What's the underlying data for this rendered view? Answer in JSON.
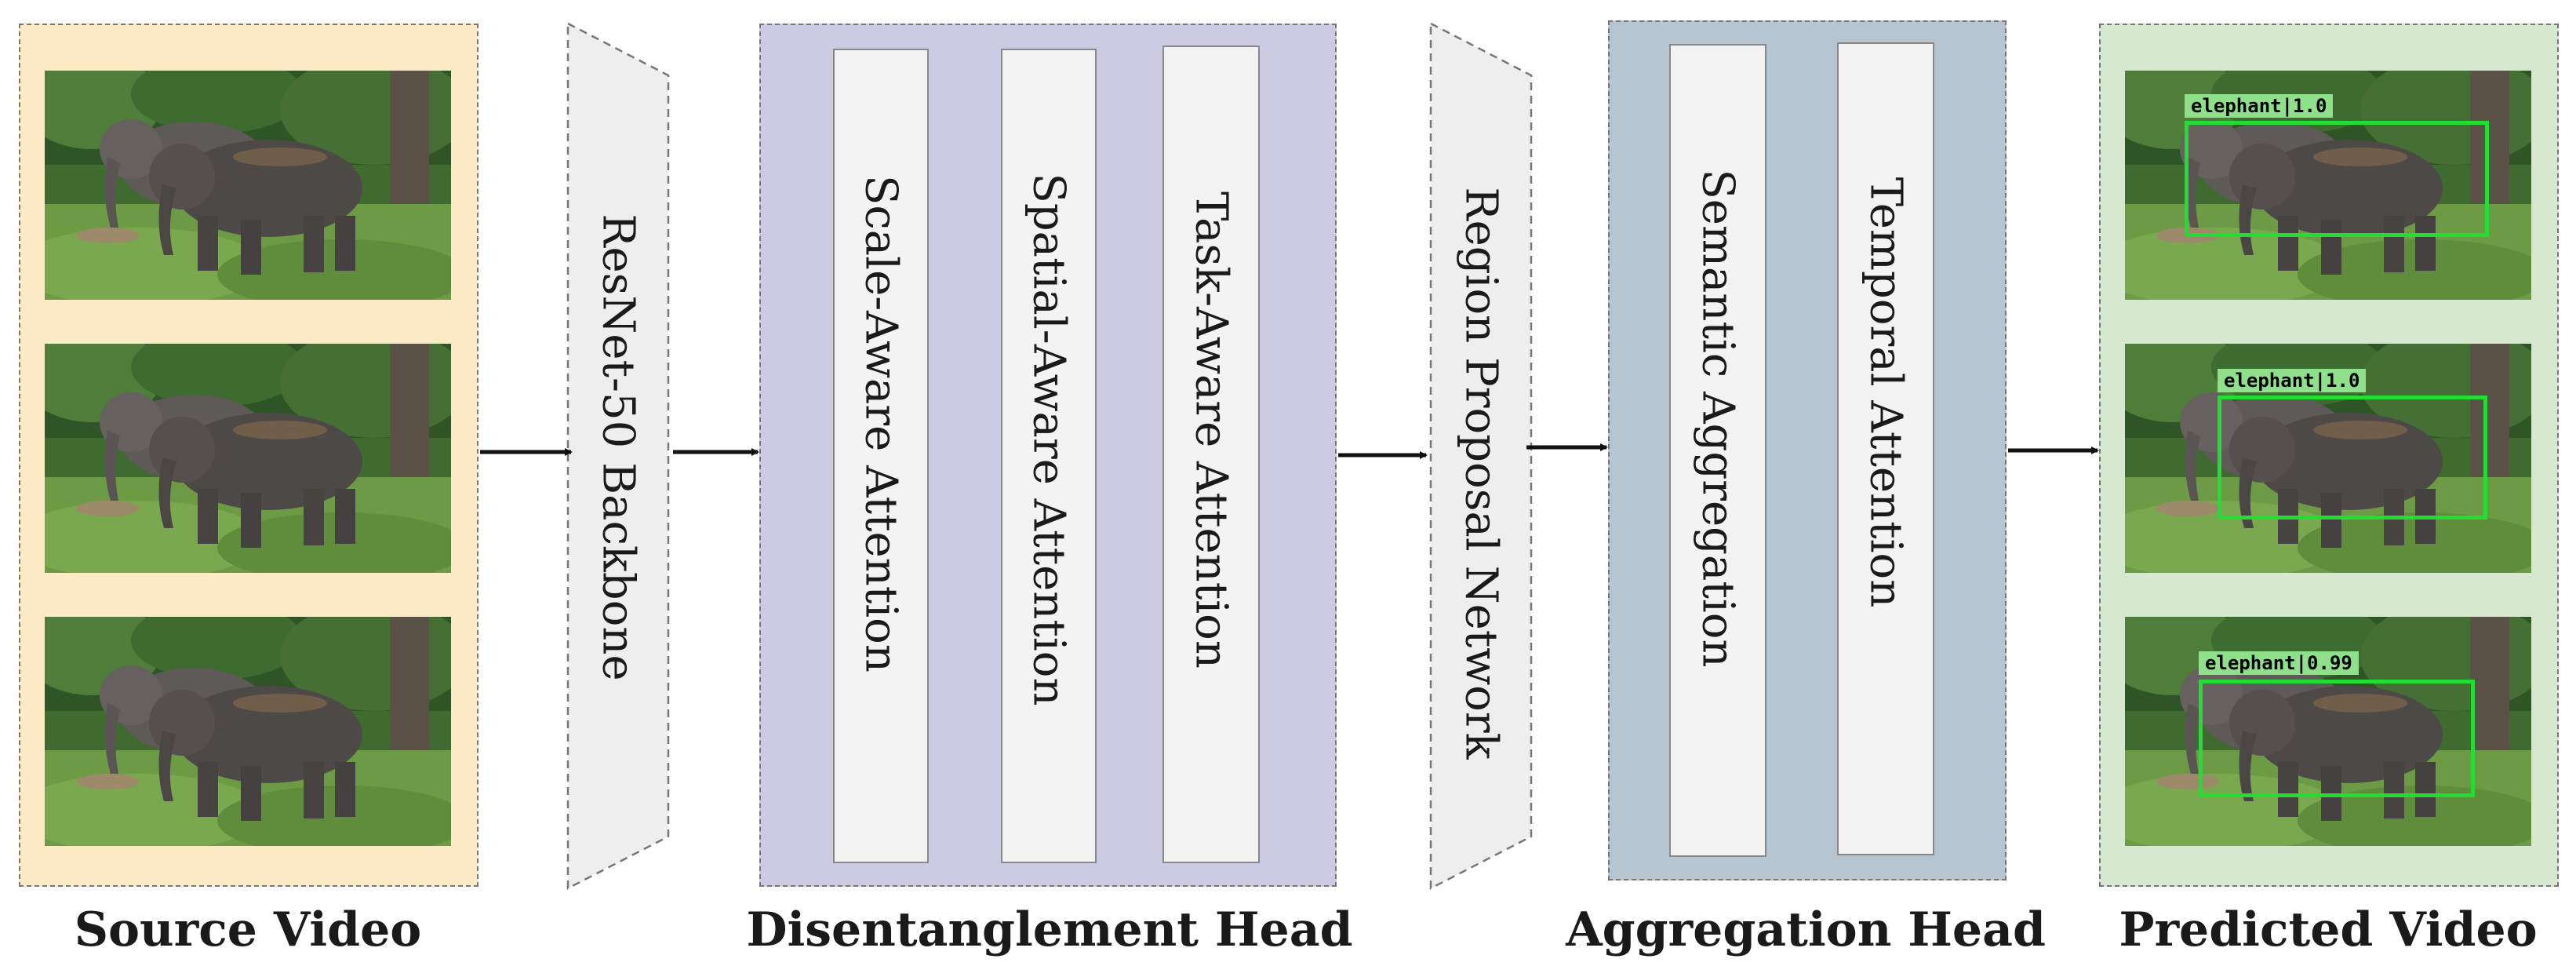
{
  "panels": {
    "source_caption": "Source Video",
    "disentanglement_caption": "Disentanglement Head",
    "aggregation_caption": "Aggregation Head",
    "predicted_caption": "Predicted Video"
  },
  "stages": {
    "backbone": "ResNet-50 Backbone",
    "rpn": "Region Proposal Network"
  },
  "disentanglement_blocks": [
    "Scale-Aware Attention",
    "Spatial-Aware Attention",
    "Task-Aware Attention"
  ],
  "aggregation_blocks": [
    "Semantic Aggregation",
    "Temporal Attention"
  ],
  "detections": [
    {
      "label": "elephant|1.0"
    },
    {
      "label": "elephant|1.0"
    },
    {
      "label": "elephant|0.99"
    }
  ],
  "colors": {
    "source_panel": "#fdebc8",
    "disentanglement_panel": "#cdcae3",
    "aggregation_panel": "#b7c5d0",
    "predicted_panel": "#d7e8d0",
    "detection_box": "#22dd33",
    "detection_label_bg": "#8ee08a"
  }
}
